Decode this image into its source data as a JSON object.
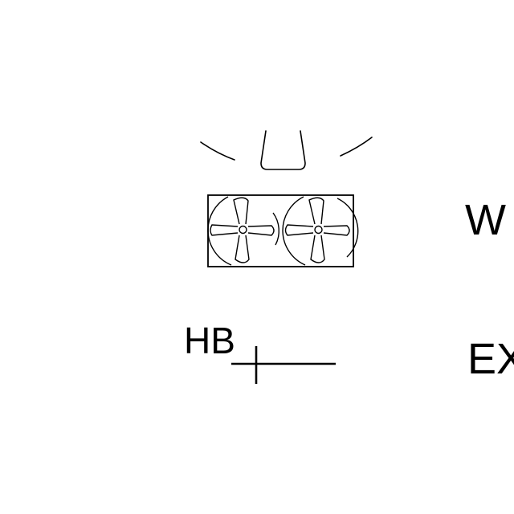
{
  "labels": {
    "hb": "HB",
    "w": "W",
    "ex": "EX"
  },
  "symbols": {
    "fan_unit": "twin-fan-unit-icon",
    "light_fixture": "light-fixture-icon",
    "hose_bib": "hose-bib-icon"
  },
  "colors": {
    "stroke": "#000000",
    "background": "#ffffff"
  }
}
